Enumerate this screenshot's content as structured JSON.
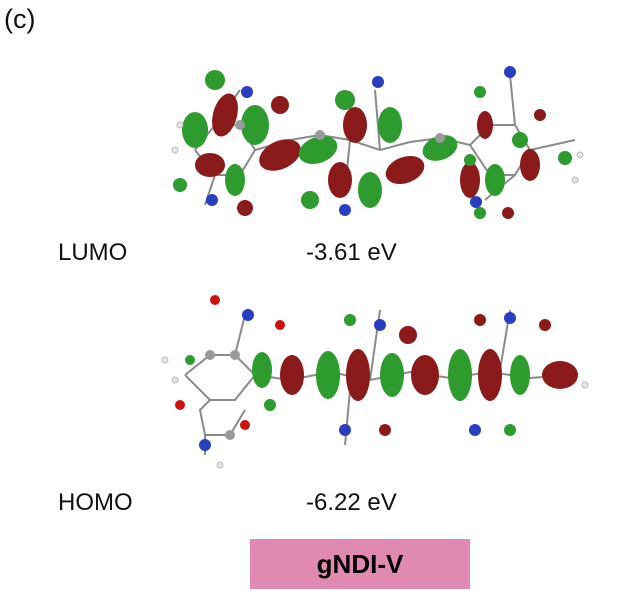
{
  "panel_label": "(c)",
  "lumo": {
    "name": "LUMO",
    "energy": "-3.61 eV"
  },
  "homo": {
    "name": "HOMO",
    "energy": "-6.22 eV"
  },
  "caption": "gNDI-V",
  "colors": {
    "orbital_positive": "#8b1a1a",
    "orbital_negative": "#2e9b2e",
    "carbon": "#9a9a9a",
    "hydrogen": "#e6e6e6",
    "nitrogen": "#2a3fbf",
    "oxygen": "#cc1111",
    "caption_bg": "#e08ab2"
  }
}
